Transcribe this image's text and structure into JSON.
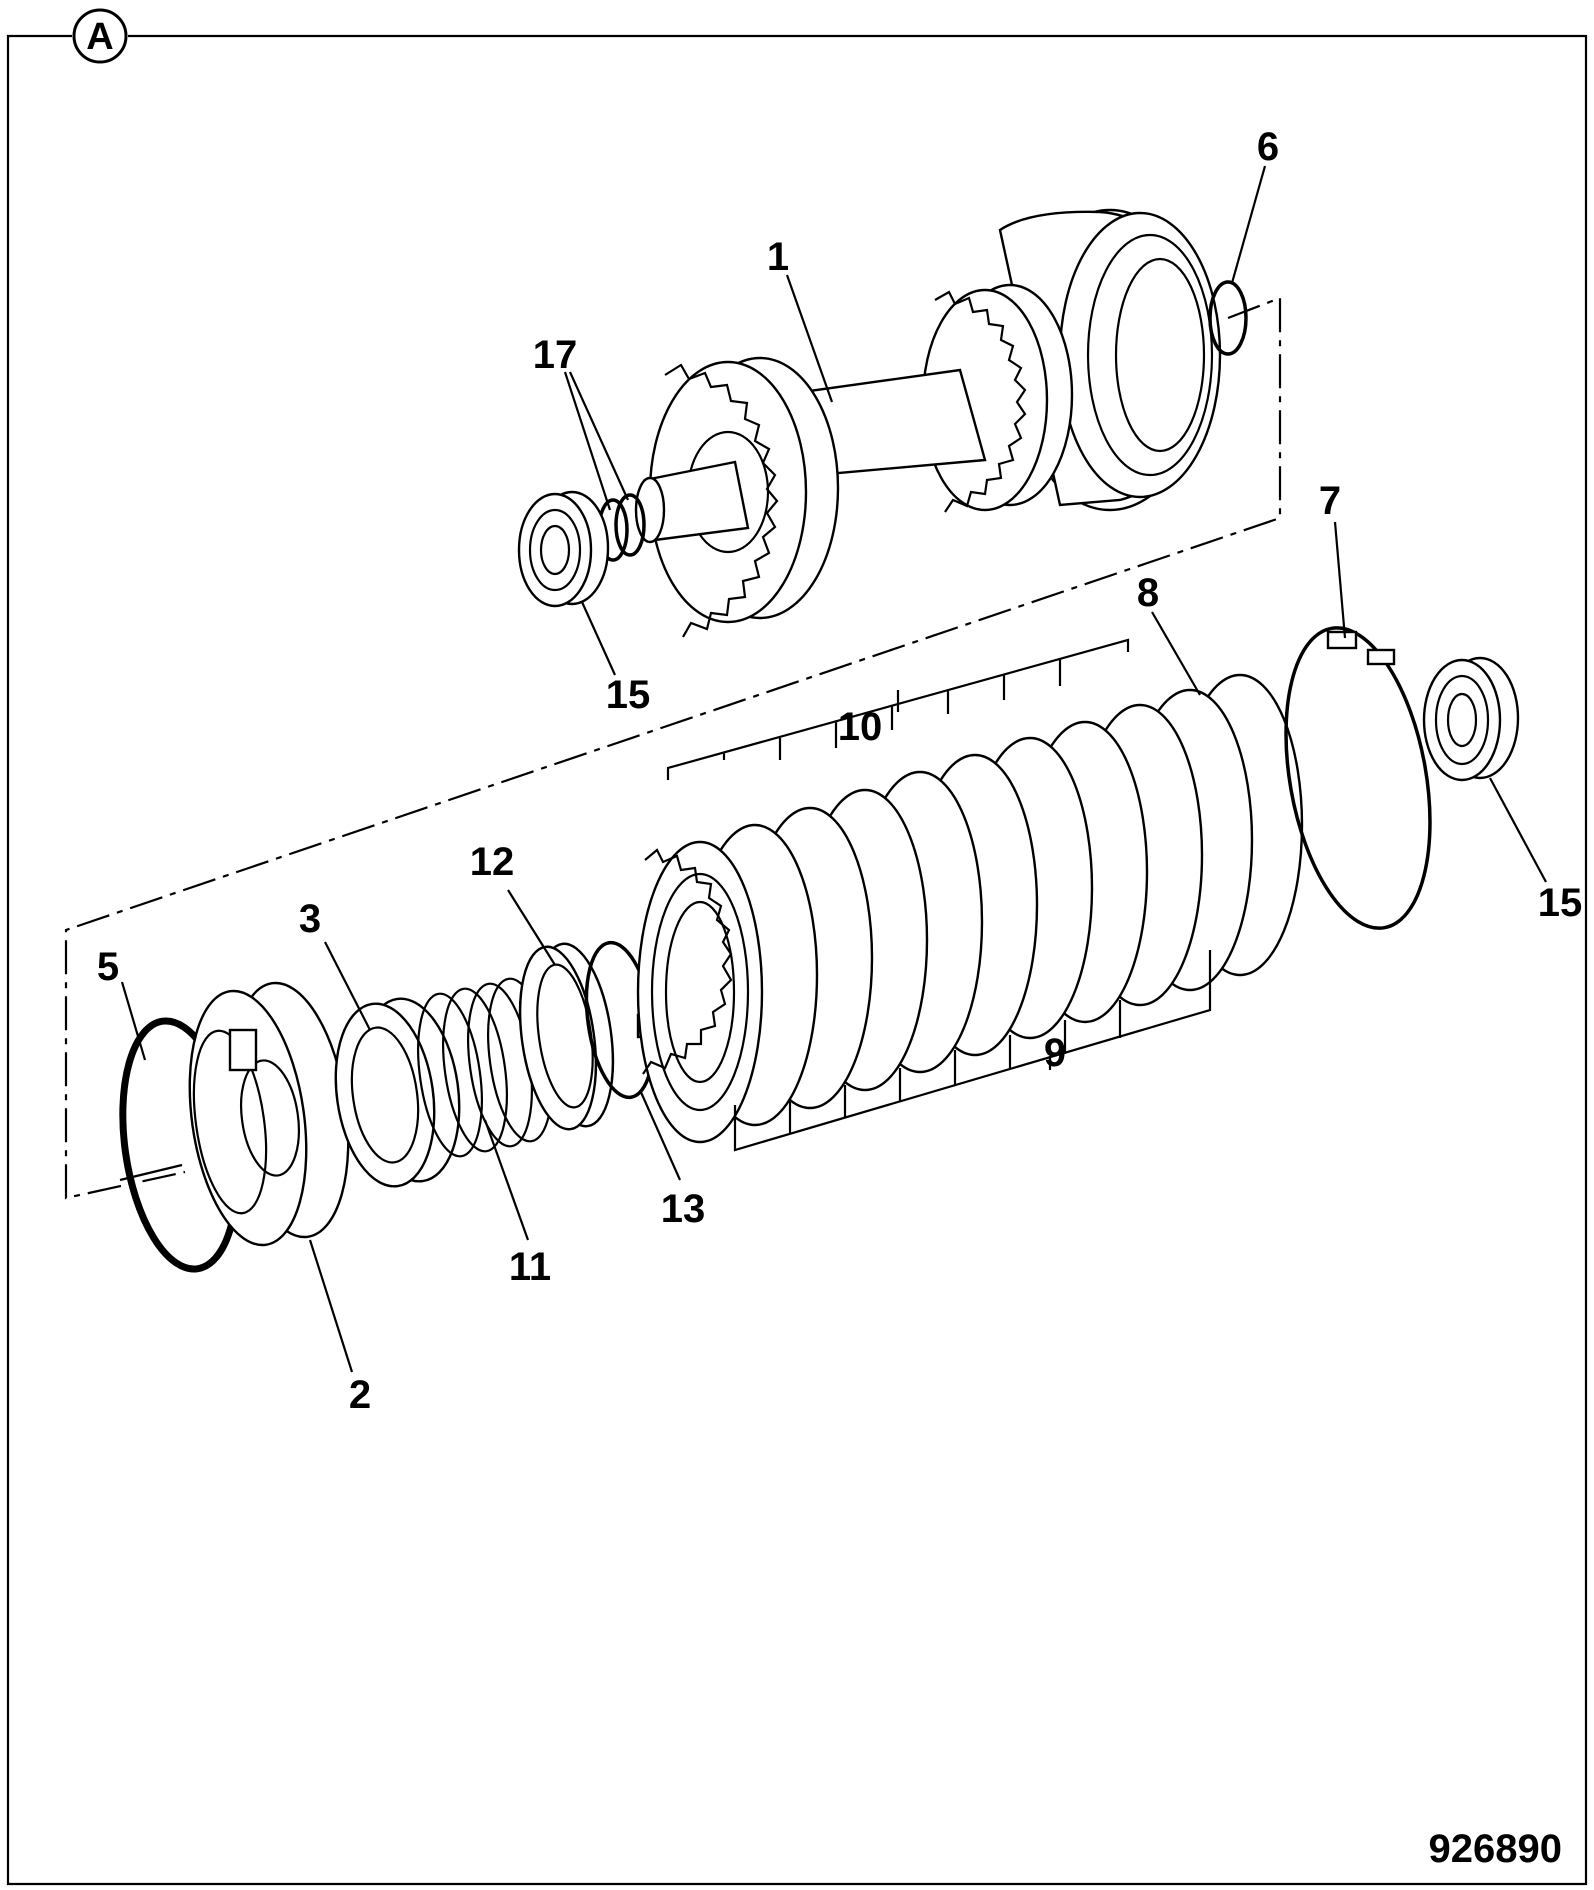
{
  "view_label": "A",
  "reference_number": "926890",
  "callouts": [
    {
      "id": "c1",
      "text": "1"
    },
    {
      "id": "c2",
      "text": "2"
    },
    {
      "id": "c3",
      "text": "3"
    },
    {
      "id": "c5",
      "text": "5"
    },
    {
      "id": "c6",
      "text": "6"
    },
    {
      "id": "c7",
      "text": "7"
    },
    {
      "id": "c8",
      "text": "8"
    },
    {
      "id": "c9",
      "text": "9"
    },
    {
      "id": "c10",
      "text": "10"
    },
    {
      "id": "c11",
      "text": "11"
    },
    {
      "id": "c12",
      "text": "12"
    },
    {
      "id": "c13",
      "text": "13"
    },
    {
      "id": "c15a",
      "text": "15"
    },
    {
      "id": "c15b",
      "text": "15"
    },
    {
      "id": "c17",
      "text": "17"
    }
  ]
}
